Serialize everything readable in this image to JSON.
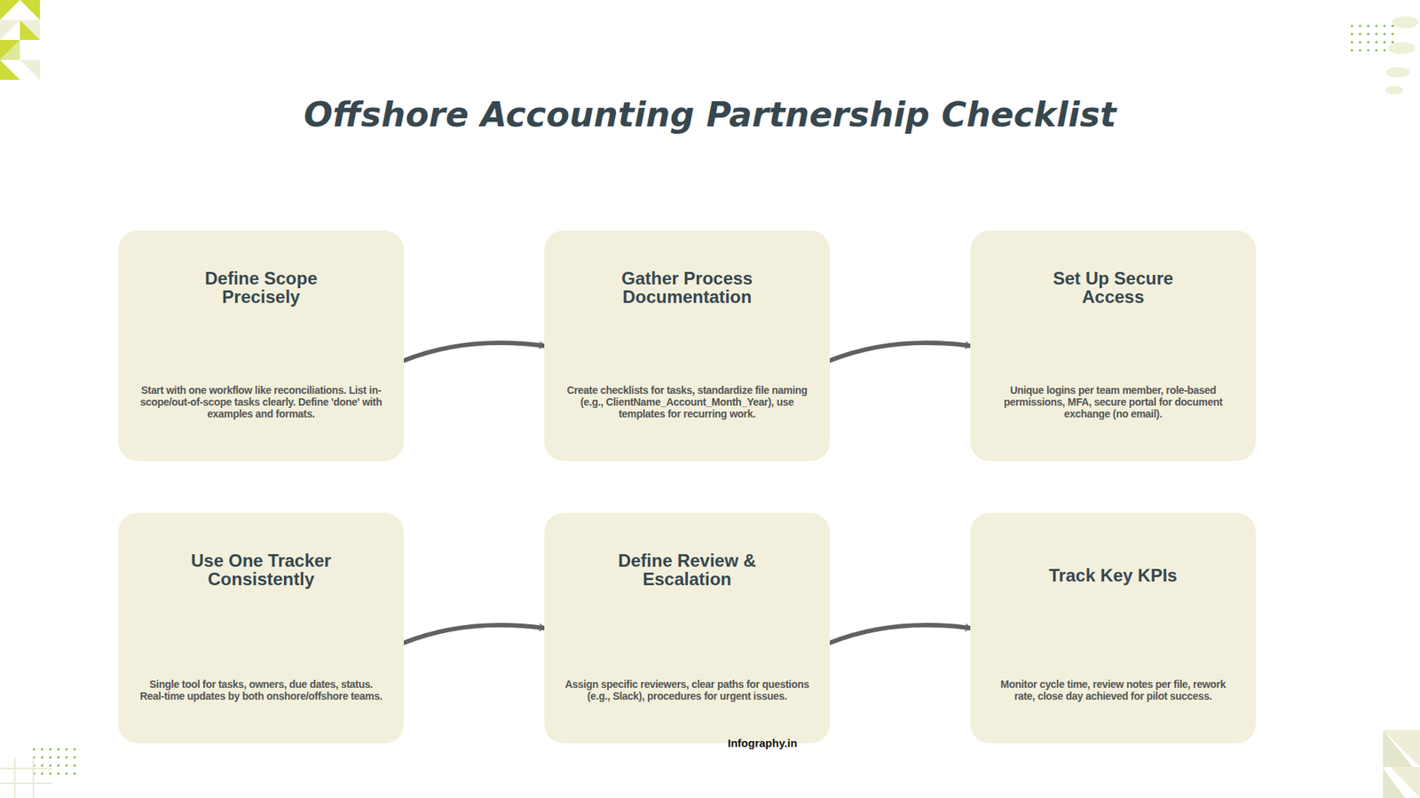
{
  "diagram": {
    "title": "Offshore Accounting Partnership Checklist",
    "nodes": [
      {
        "text": [
          "Define Scope Precisely",
          "Start with one workflow like reconciliations. List in-scope/out-of-scope tasks clearly. Define 'done' with examples and formats."
        ]
      },
      {
        "text": [
          "Gather Process Documentation",
          "Create checklists for tasks, standardize file naming (e.g., ClientName_Account_Month_Year), use templates for recurring work."
        ]
      },
      {
        "text": [
          "Set Up Secure Access",
          "Unique logins per team member, role-based permissions, MFA, secure portal for document exchange (no email)."
        ]
      },
      {
        "text": [
          "Use One Tracker Consistently",
          "Single tool for tasks, owners, due dates, status. Real-time updates by both onshore/offshore teams."
        ]
      },
      {
        "text": [
          "Define Review & Escalation",
          "Assign specific reviewers, clear paths for questions (e.g., Slack), procedures for urgent issues."
        ]
      },
      {
        "text": [
          "Track Key KPIs",
          "Monitor cycle time, review notes per file, rework rate, close day achieved for pilot success."
        ]
      }
    ],
    "edges": [
      {
        "from": 0,
        "to": 1,
        "arrow": "to"
      },
      {
        "from": 1,
        "to": 2,
        "arrow": "to"
      },
      {
        "from": 3,
        "to": 4,
        "arrow": "to"
      },
      {
        "from": 4,
        "to": 5,
        "arrow": "to"
      }
    ],
    "labels": [
      "Infography.in"
    ]
  }
}
